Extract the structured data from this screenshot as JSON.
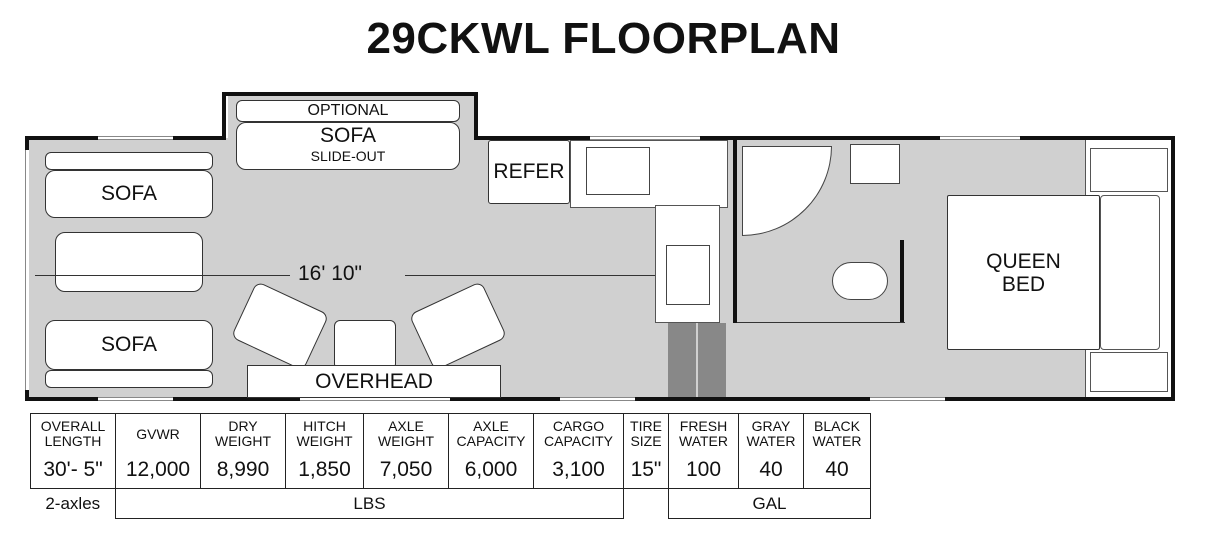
{
  "title": "29CKWL FLOORPLAN",
  "floorplan": {
    "slide_optional": "OPTIONAL",
    "slide_sofa": "SOFA",
    "slide_out": "SLIDE-OUT",
    "sofa_top": "SOFA",
    "sofa_bottom": "SOFA",
    "refer": "REFER",
    "dimension": "16' 10\"",
    "overhead": "OVERHEAD",
    "bed_line1": "QUEEN",
    "bed_line2": "BED"
  },
  "specs": {
    "columns": [
      {
        "header": "OVERALL LENGTH",
        "value": "30'- 5\""
      },
      {
        "header": "GVWR",
        "value": "12,000"
      },
      {
        "header": "DRY WEIGHT",
        "value": "8,990"
      },
      {
        "header": "HITCH WEIGHT",
        "value": "1,850"
      },
      {
        "header": "AXLE WEIGHT",
        "value": "7,050"
      },
      {
        "header": "AXLE CAPACITY",
        "value": "6,000"
      },
      {
        "header": "CARGO CAPACITY",
        "value": "3,100"
      },
      {
        "header": "TIRE SIZE",
        "value": "15\""
      },
      {
        "header": "FRESH WATER",
        "value": "100"
      },
      {
        "header": "GRAY WATER",
        "value": "40"
      },
      {
        "header": "BLACK WATER",
        "value": "40"
      }
    ],
    "axles": "2-axles",
    "lbs_unit": "LBS",
    "gal_unit": "GAL"
  }
}
